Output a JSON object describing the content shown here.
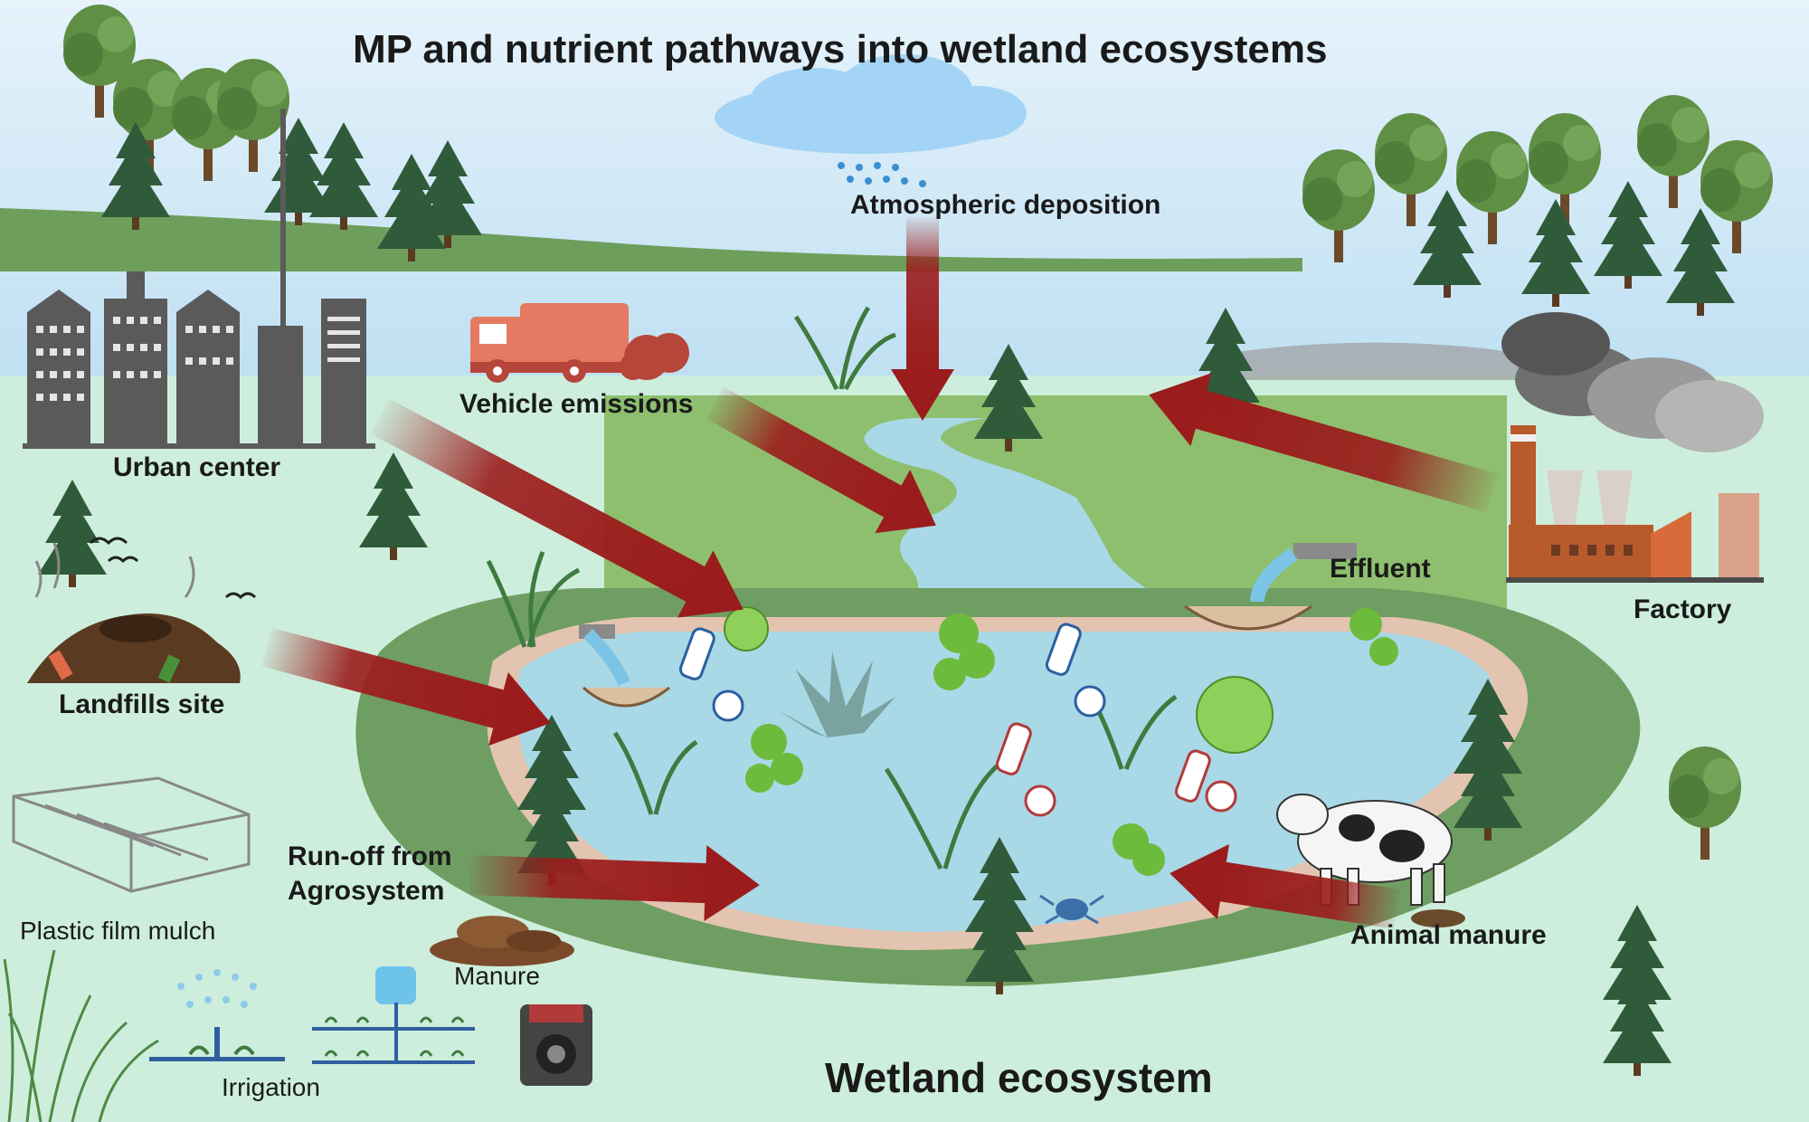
{
  "title": "MP and nutrient pathways into wetland ecosystems",
  "labels": {
    "atmospheric": "Atmospheric deposition",
    "vehicle": "Vehicle emissions",
    "urban": "Urban center",
    "landfills": "Landfills site",
    "effluent": "Effluent",
    "factory": "Factory",
    "runoff_line1": "Run-off from",
    "runoff_line2": "Agrosystem",
    "plastic_film": "Plastic film mulch",
    "manure": "Manure",
    "irrigation": "Irrigation",
    "animal_manure": "Animal manure",
    "wetland": "Wetland ecosystem"
  },
  "colors": {
    "arrow": "#9b1c1c",
    "water": "#a9d8e6",
    "sky": "#cfe7f4",
    "field": "#8dbf6e",
    "wetland_rim": "#6f9e62",
    "ground": "#cdeedd"
  },
  "icons": [
    "tree-icon",
    "building-icon",
    "truck-icon",
    "cloud-icon",
    "factory-icon",
    "cow-icon",
    "greenhouse-icon",
    "tractor-icon",
    "sprinkler-icon",
    "plastic-bottle-icon",
    "microplastic-icon",
    "crab-icon",
    "algae-icon"
  ]
}
